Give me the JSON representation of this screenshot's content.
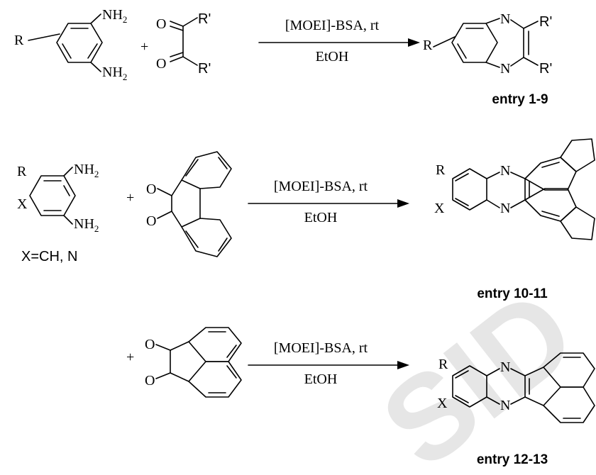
{
  "reagents": {
    "catalyst": "[MOEI]-BSA, rt",
    "solvent": "EtOH",
    "plus": "+"
  },
  "atoms": {
    "R": "R",
    "R_prime": "R'",
    "NH": "NH",
    "sub2": "2",
    "O": "O",
    "N": "N",
    "X": "X"
  },
  "row2_note": "X=CH, N",
  "entries": {
    "row1": "entry 1-9",
    "row2": "entry 10-11",
    "row3": "entry 12-13"
  },
  "watermark": {
    "text": "SID",
    "color": "#e6e6e6"
  }
}
